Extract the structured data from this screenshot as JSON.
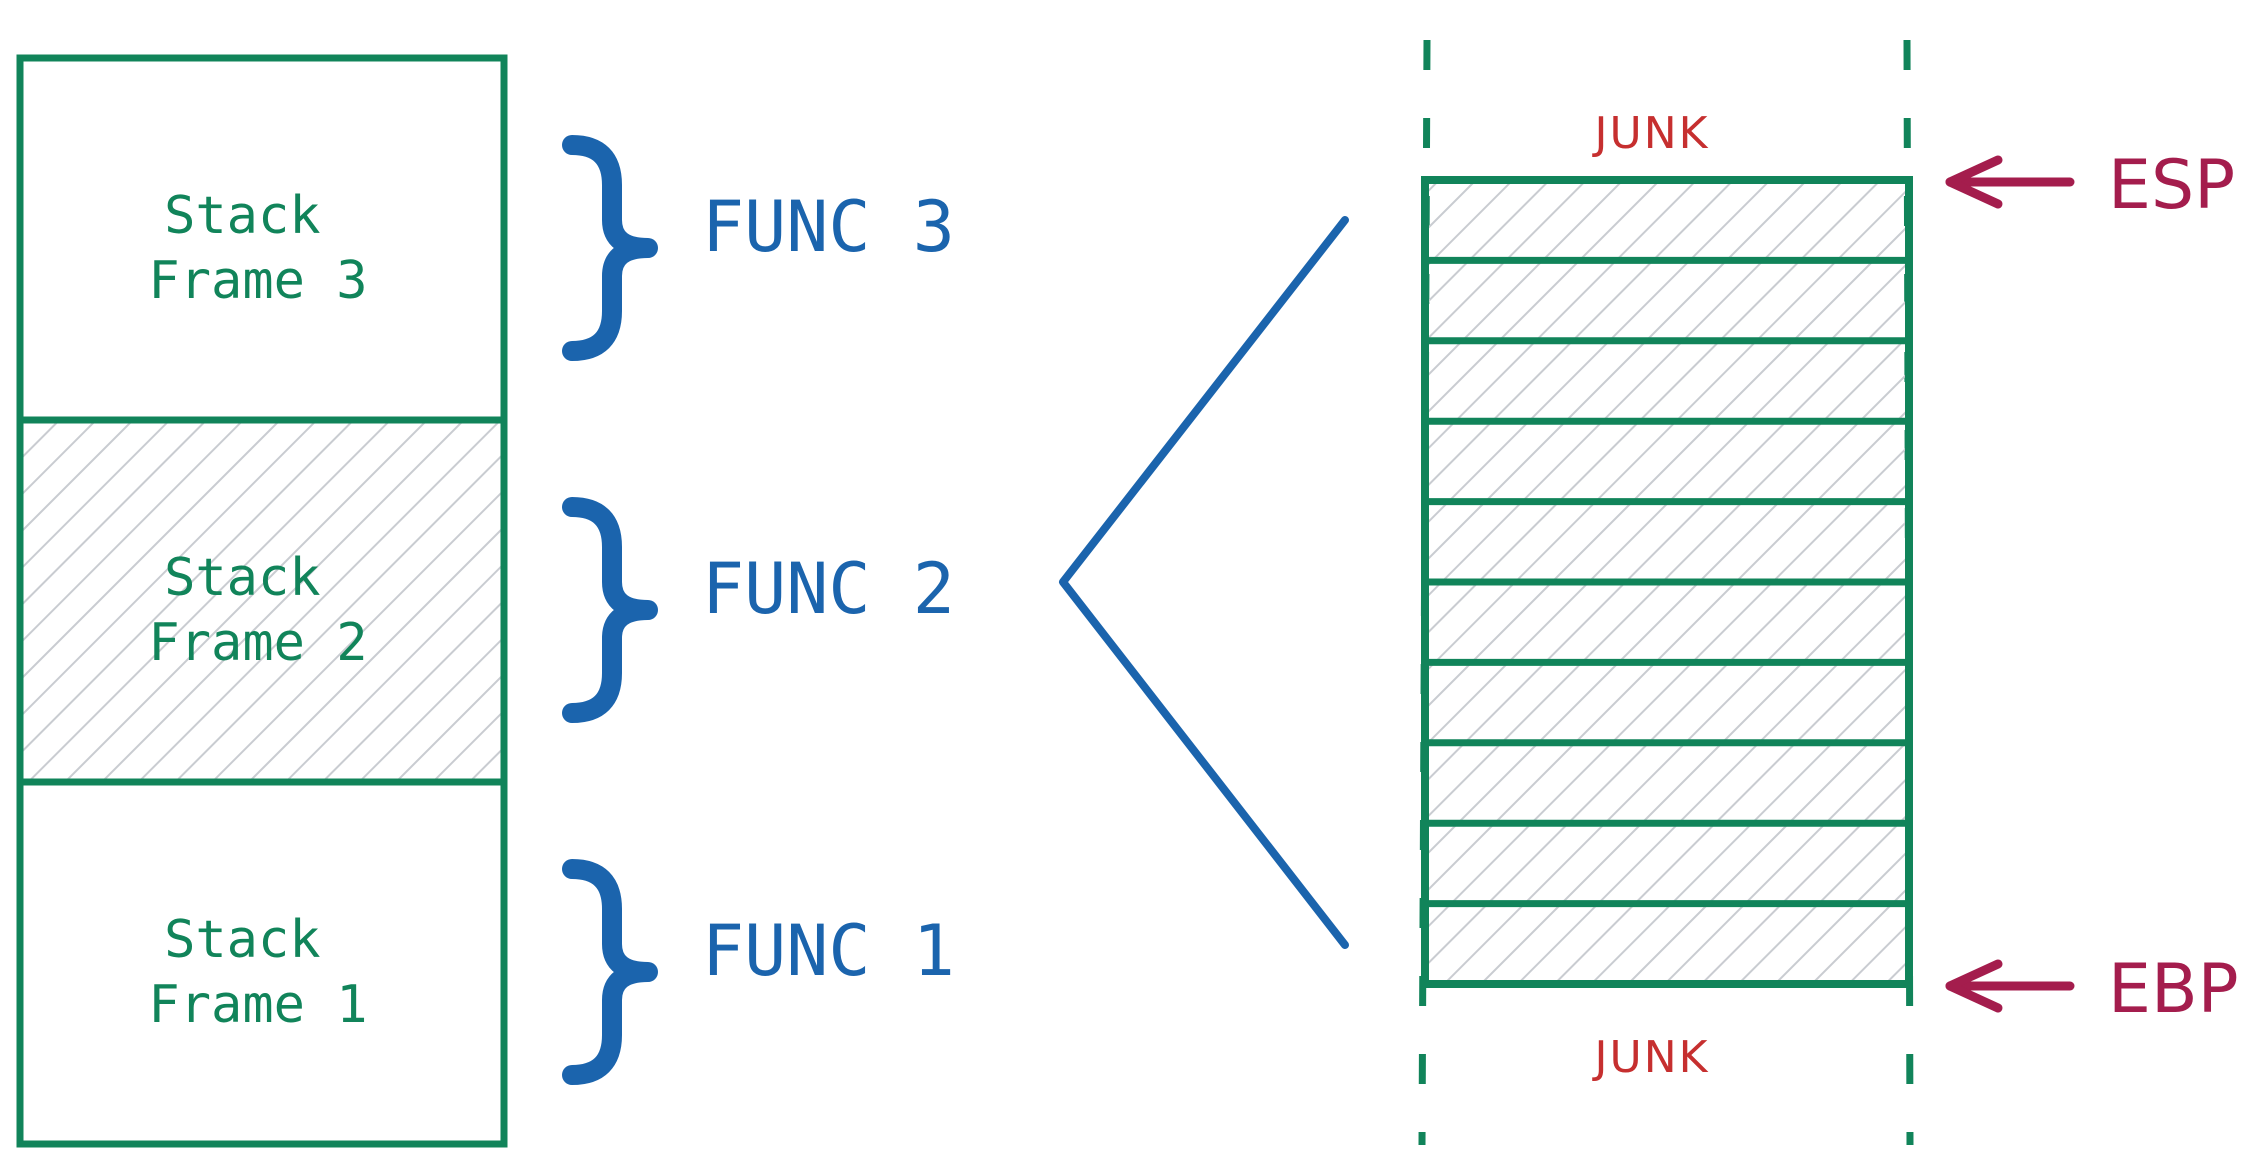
{
  "colors": {
    "frame_stroke": "#11845a",
    "hatch": "#c9ccd1",
    "func_blue": "#1b64ad",
    "junk_red": "#c62f2f",
    "register_crimson": "#a41d4d"
  },
  "stack_frames": [
    {
      "line1": "Stack",
      "line2": "Frame 3",
      "hatched": false
    },
    {
      "line1": "Stack",
      "line2": "Frame 2",
      "hatched": true
    },
    {
      "line1": "Stack",
      "line2": "Frame 1",
      "hatched": false
    }
  ],
  "functions": [
    {
      "label": "FUNC 3",
      "icon": "curly-brace-icon"
    },
    {
      "label": "FUNC 2",
      "icon": "curly-brace-icon"
    },
    {
      "label": "FUNC 1",
      "icon": "curly-brace-icon"
    }
  ],
  "detail": {
    "junk_top": "JUNK",
    "junk_bottom": "JUNK",
    "slot_count": 10,
    "esp_label": "ESP",
    "ebp_label": "EBP",
    "pointer_icon": "arrow-left-icon"
  }
}
